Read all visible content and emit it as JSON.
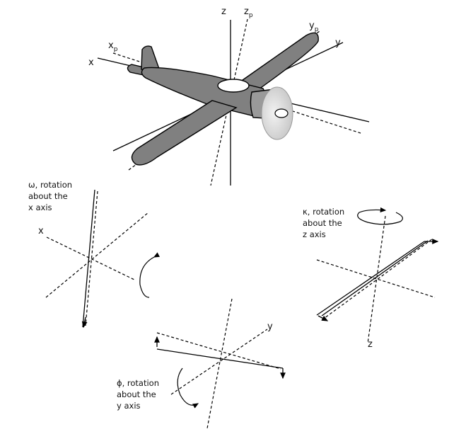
{
  "plane": {
    "axes": {
      "x": "x",
      "y": "y",
      "z": "z",
      "xp": "x",
      "yp": "y",
      "zp": "z",
      "p": "p"
    }
  },
  "omega": {
    "line1": "ω, rotation",
    "line2": "about the",
    "line3": "x axis",
    "axis": "x"
  },
  "kappa": {
    "line1": "κ, rotation",
    "line2": "about the",
    "line3": "z axis",
    "axis": "z"
  },
  "phi": {
    "line1": "ϕ, rotation",
    "line2": "about the",
    "line3": "y axis",
    "axis": "y"
  },
  "colors": {
    "fuselage": "#808080",
    "propeller": "#d9d9d9",
    "ink": "#000000"
  }
}
